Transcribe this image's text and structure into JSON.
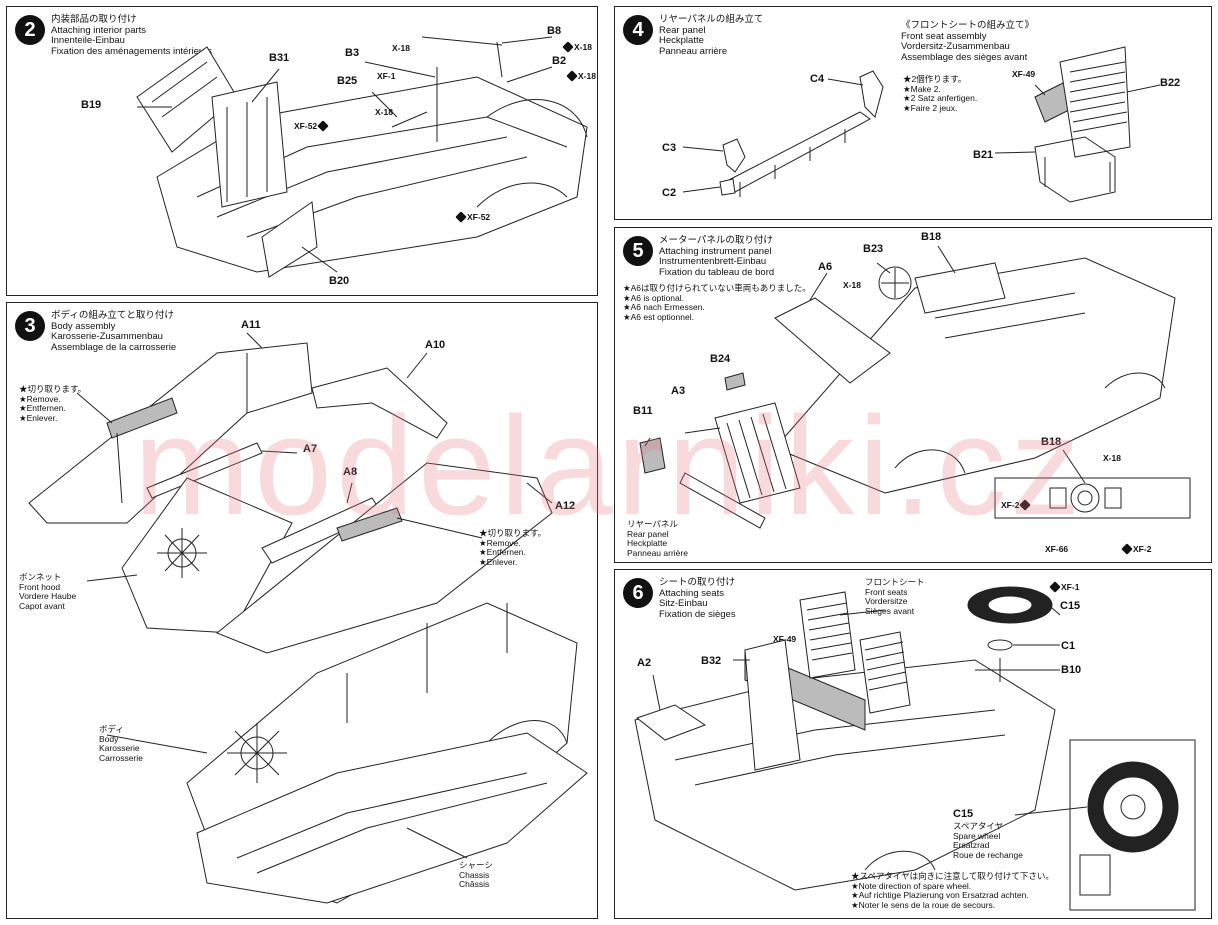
{
  "watermark": "modelarniki.cz",
  "step2": {
    "number": "2",
    "title_lines": [
      "内装部品の取り付け",
      "Attaching interior parts",
      "Innenteile-Einbau",
      "Fixation des aménagements intérieurs"
    ],
    "parts": {
      "b31": "B31",
      "b19": "B19",
      "b3": "B3",
      "b25": "B25",
      "b8": "B8",
      "b2": "B2",
      "b20": "B20"
    },
    "screws": {
      "x18a": "X-18",
      "xf1": "XF-1",
      "x18b": "X-18",
      "xf52a": "XF-52",
      "x18c": "X-18",
      "x18d": "X-18",
      "xf52b": "XF-52"
    }
  },
  "step3": {
    "number": "3",
    "title_lines": [
      "ボディの組み立てと取り付け",
      "Body assembly",
      "Karosserie-Zusammenbau",
      "Assemblage de la carrosserie"
    ],
    "parts": {
      "a11": "A11",
      "a10": "A10",
      "a7": "A7",
      "a8": "A8",
      "a12": "A12"
    },
    "remove_note_left": [
      "★切り取ります。",
      "★Remove.",
      "★Entfernen.",
      "★Enlever."
    ],
    "remove_note_right": [
      "★切り取ります。",
      "★Remove.",
      "★Entfernen.",
      "★Enlever."
    ],
    "hood_label": [
      "ボンネット",
      "Front hood",
      "Vordere Haube",
      "Capot avant"
    ],
    "body_label": [
      "ボディ",
      "Body",
      "Karosserie",
      "Carrosserie"
    ],
    "chassis_label": [
      "シャーシ",
      "Chassis",
      "Châssis"
    ]
  },
  "step4": {
    "number": "4",
    "title_lines": [
      "リヤーパネルの組み立て",
      "Rear panel",
      "Heckplatte",
      "Panneau arrière"
    ],
    "parts": {
      "c4": "C4",
      "c3": "C3",
      "c2": "C2",
      "b22": "B22",
      "b21": "B21"
    },
    "front_seat_title": [
      "《フロントシートの組み立て》",
      "Front seat assembly",
      "Vordersitz-Zusammenbau",
      "Assemblage des sièges avant"
    ],
    "make_note": [
      "★2個作ります。",
      "★Make 2.",
      "★2 Satz anfertigen.",
      "★Faire 2 jeux."
    ],
    "screws": {
      "xf49": "XF-49"
    }
  },
  "step5": {
    "number": "5",
    "title_lines": [
      "メーターパネルの取り付け",
      "Attaching instrument panel",
      "Instrumentenbrett-Einbau",
      "Fixation du tableau de bord"
    ],
    "optional_note": [
      "★A6は取り付けられていない車両もありました。",
      "★A6 is optional.",
      "★A6 nach Ermessen.",
      "★A6 est optionnel."
    ],
    "parts": {
      "a6": "A6",
      "b23": "B23",
      "b18": "B18",
      "b24": "B24",
      "a3": "A3",
      "b11": "B11",
      "b18b": "B18"
    },
    "rear_panel_label": [
      "リヤーパネル",
      "Rear panel",
      "Heckplatte",
      "Panneau arrière"
    ],
    "screws": {
      "x18a": "X-18",
      "x18b": "X-18",
      "xf2a": "XF-2",
      "xf66": "XF-66",
      "xf2b": "XF-2"
    }
  },
  "step6": {
    "number": "6",
    "title_lines": [
      "シートの取り付け",
      "Attaching seats",
      "Sitz-Einbau",
      "Fixation de sièges"
    ],
    "parts": {
      "a2": "A2",
      "b32": "B32",
      "c15": "C15",
      "c1": "C1",
      "b10": "B10",
      "c15b": "C15"
    },
    "front_seats_label": [
      "フロントシート",
      "Front seats",
      "Vordersitze",
      "Sièges avant"
    ],
    "spare_label": [
      "スペアタイヤ",
      "Spare wheel",
      "Ersatzrad",
      "Roue de rechange"
    ],
    "spare_note": [
      "★スペアタイヤは向きに注意して取り付けて下さい。",
      "★Note direction of spare wheel.",
      "★Auf richtige Plazierung von Ersatzrad achten.",
      "★Noter le sens de la roue de secours."
    ],
    "screws": {
      "xf49": "XF-49",
      "xf1": "XF-1"
    }
  }
}
